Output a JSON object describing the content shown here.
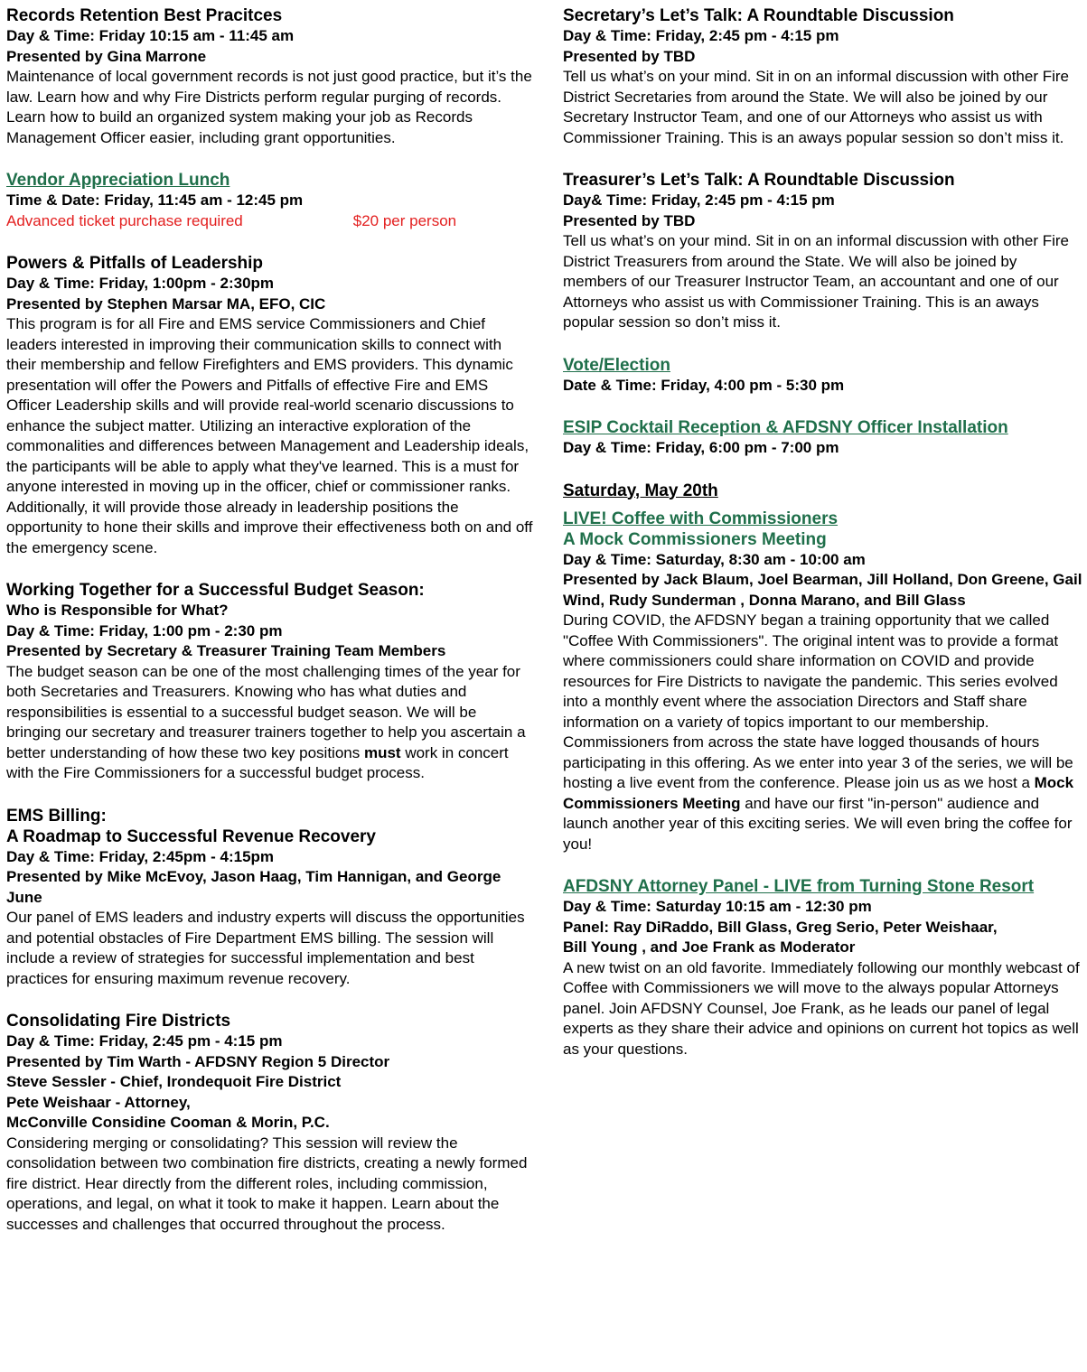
{
  "left": {
    "s1": {
      "title": "Records Retention Best Pracitces",
      "time": "Day & Time: Friday 10:15 am - 11:45 am",
      "presenter": "Presented by Gina Marrone",
      "desc": "Maintenance of local government records is not just good practice, but it’s the law. Learn how and why Fire Districts perform regular purging of records. Learn how to build an organized system making your job as Records Management Officer easier, including grant opportunities."
    },
    "s2": {
      "title": "Vendor Appreciation Lunch",
      "time": "Time & Date: Friday, 11:45 am - 12:45 pm",
      "note": "Advanced ticket purchase required",
      "price": "$20 per person"
    },
    "s3": {
      "title": "Powers & Pitfalls of Leadership",
      "time": "Day & Time: Friday, 1:00pm - 2:30pm",
      "presenter": "Presented by Stephen Marsar MA, EFO, CIC",
      "desc": "This program is for all Fire and EMS service Commissioners and Chief leaders interested in improving their communication skills to connect with their membership and fellow Firefighters and EMS providers. This dynamic presentation will offer the  Powers and Pitfalls of effective Fire and EMS Officer Leadership skills and will provide real-world scenario discussions to enhance the subject matter. Utilizing an interactive exploration of the commonalities and differences between Management and Leadership ideals, the participants will be able to apply what they've learned. This is a must for anyone interested in moving up in the officer, chief or commissioner ranks. Additionally, it will provide those already in leadership positions the opportunity to hone their skills and improve their effectiveness both on and off the emergency scene."
    },
    "s4": {
      "title": "Working Together for a Successful Budget Season:",
      "subtitle": "Who is Responsible for What?",
      "time": "Day & Time: Friday, 1:00 pm - 2:30 pm",
      "presenter": "Presented by Secretary & Treasurer Training Team Members",
      "desc_a": "The budget season can be one of the most challenging times of the year for both Secretaries and Treasurers. Knowing who has what duties and responsibilities is essential to a successful budget season. We will be bringing our secretary and treasurer trainers together to help you ascertain a better understanding of how these two key positions ",
      "desc_bold": "must",
      "desc_b": " work in concert with the Fire Commissioners for a successful budget process."
    },
    "s5": {
      "title": "EMS Billing:",
      "title2": "A Roadmap to Successful Revenue Recovery",
      "time": "Day & Time: Friday, 2:45pm - 4:15pm",
      "presenter": "Presented by Mike McEvoy, Jason Haag, Tim Hannigan, and George June",
      "desc": "Our panel of EMS leaders and industry experts will discuss the opportunities and potential obstacles of Fire Department EMS billing. The session will include a review of strategies for successful implementation and best practices for ensuring maximum revenue recovery."
    },
    "s6": {
      "title": "Consolidating Fire Districts",
      "time": "Day & Time: Friday, 2:45 pm - 4:15 pm",
      "presenter1": "Presented by Tim Warth - AFDSNY Region 5 Director",
      "presenter2": "Steve Sessler - Chief, Irondequoit Fire District",
      "presenter3": "Pete Weishaar - Attorney,",
      "presenter4": "McConville Considine Cooman & Morin, P.C.",
      "desc": "Considering merging or consolidating? This session will review the consolidation between two combination fire districts, creating a newly formed fire district. Hear directly from the different roles, including commission, operations, and legal, on what it took to make it happen. Learn about the successes and challenges that occurred throughout the process."
    }
  },
  "right": {
    "s1": {
      "title": "Secretary’s Let’s Talk: A Roundtable Discussion",
      "time": "Day & Time: Friday, 2:45 pm - 4:15 pm",
      "presenter": "Presented by TBD",
      "desc": "Tell us what’s on your mind.  Sit in on an informal discussion with other Fire District Secretaries from around the State.  We will also be joined by our Secretary Instructor Team, and one of our Attorneys who assist us with Commissioner Training.  This is an aways popular session so don’t miss it."
    },
    "s2": {
      "title": "Treasurer’s Let’s Talk: A Roundtable Discussion",
      "time": "Day& Time: Friday, 2:45 pm - 4:15 pm",
      "presenter": "Presented by TBD",
      "desc": "Tell us what’s on your mind.  Sit in on an informal discussion with other Fire District Treasurers from around the State.  We will also be joined by members of our Treasurer Instructor Team, an accountant and one of our Attorneys who assist us with Commissioner Training. This is an aways popular session so don’t miss it."
    },
    "s3": {
      "title": "Vote/Election",
      "time": "Date & Time: Friday,  4:00 pm - 5:30 pm"
    },
    "s4": {
      "title": "ESIP Cocktail Reception & AFDSNY Officer Installation",
      "time": "Day & Time: Friday, 6:00 pm - 7:00 pm"
    },
    "day_heading": "Saturday, May 20th",
    "s5": {
      "title": "LIVE! Coffee with Commissioners",
      "title2": "A Mock Commissioners Meeting",
      "time": "Day & Time: Saturday,  8:30 am - 10:00 am",
      "presenter": "Presented by Jack Blaum, Joel Bearman, Jill Holland, Don Greene, Gail Wind, Rudy Sunderman , Donna Marano, and Bill Glass",
      "desc_a": "During COVID, the AFDSNY began a training opportunity that we called \"Coffee With Commissioners\". The original    intent was to provide a format where commissioners could share information on COVID and provide resources for Fire Districts to navigate the pandemic. This series evolved  into a monthly event where the association Directors and Staff share information on a variety of topics important to our membership. Commissioners from across the state have logged thousands of hours participating in this offering. As we enter into year 3 of the series, we will be hosting a live event from the conference. Please join us as we host a ",
      "desc_bold": "Mock Commissioners Meeting",
      "desc_b": " and have our first \"in-person\" audience and launch another year of this exciting series. We will even bring the coffee for you!"
    },
    "s6": {
      "title": "AFDSNY Attorney Panel - LIVE from Turning Stone Resort",
      "time": "Day & Time:  Saturday  10:15 am - 12:30 pm",
      "panel1": "Panel: Ray DiRaddo, Bill Glass, Greg Serio, Peter Weishaar,",
      "panel2": "Bill Young , and Joe Frank as Moderator",
      "desc": "A new twist on an old favorite.  Immediately following our monthly webcast of Coffee with Commissioners we will move to the always popular Attorneys panel. Join AFDSNY Counsel, Joe Frank, as he leads our  panel of legal experts as they share their advice and opinions on current hot topics as well as your questions."
    }
  }
}
